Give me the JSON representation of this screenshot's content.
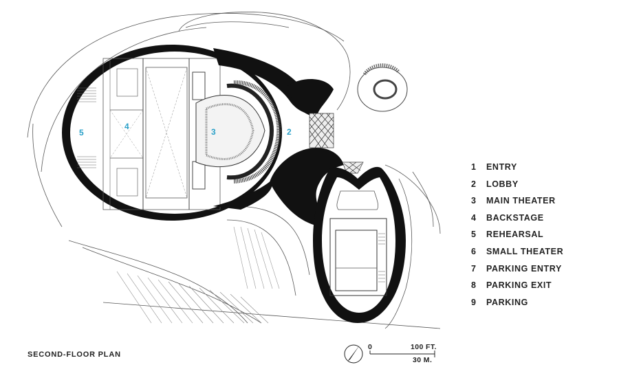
{
  "plan": {
    "caption": "SECOND-FLOOR PLAN",
    "label_color": "#2aa0c8",
    "room_labels": [
      "5",
      "4",
      "3",
      "2"
    ]
  },
  "legend": {
    "items": [
      {
        "number": "1",
        "label": "ENTRY"
      },
      {
        "number": "2",
        "label": "LOBBY"
      },
      {
        "number": "3",
        "label": "MAIN THEATER"
      },
      {
        "number": "4",
        "label": "BACKSTAGE"
      },
      {
        "number": "5",
        "label": "REHEARSAL"
      },
      {
        "number": "6",
        "label": "SMALL THEATER"
      },
      {
        "number": "7",
        "label": "PARKING ENTRY"
      },
      {
        "number": "8",
        "label": "PARKING EXIT"
      },
      {
        "number": "9",
        "label": "PARKING"
      }
    ]
  },
  "scale": {
    "zero": "0",
    "feet": "100 FT.",
    "meters": "30 M."
  },
  "icons": [
    "north-arrow-icon"
  ]
}
